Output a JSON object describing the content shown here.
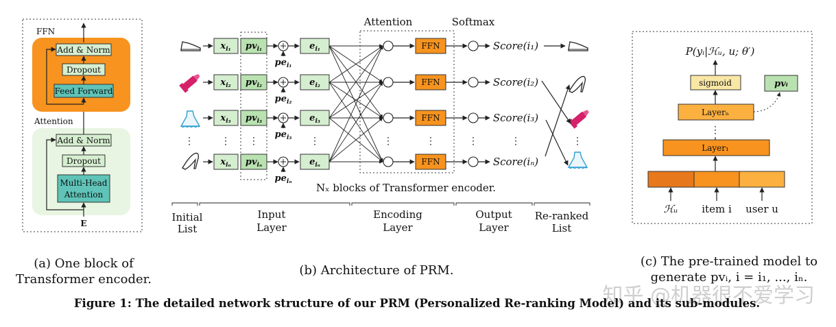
{
  "panel_a": {
    "ffn_label": "FFN",
    "attention_label": "Attention",
    "add_norm_top": "Add & Norm",
    "dropout_top": "Dropout",
    "feed_forward": "Feed Forward",
    "add_norm_bottom": "Add & Norm",
    "dropout_bottom": "Dropout",
    "mha_line1": "Multi-Head",
    "mha_line2": "Attention",
    "input_label": "E",
    "caption_line1": "(a) One block of",
    "caption_line2": "Transformer encoder."
  },
  "panel_b": {
    "attention_header": "Attention",
    "softmax_header": "Softmax",
    "x_labels": [
      "x",
      "x",
      "x",
      "x"
    ],
    "x_subs": [
      "i₁",
      "i₂",
      "i₃",
      "iₙ"
    ],
    "pv_labels": [
      "pv",
      "pv",
      "pv",
      "pv"
    ],
    "pe_labels": [
      "pe",
      "pe",
      "pe",
      "pe"
    ],
    "e_labels": [
      "e",
      "e",
      "e",
      "e"
    ],
    "ffn_label": "FFN",
    "scores": [
      "Score(i₁)",
      "Score(i₂)",
      "Score(i₃)",
      "Score(iₙ)"
    ],
    "blocks_caption": "Nₓ blocks of Transformer encoder.",
    "stages": [
      "Initial",
      "List",
      "Input",
      "Layer",
      "Encoding",
      "Layer",
      "Output",
      "Layer",
      "Re-ranked",
      "List"
    ],
    "caption": "(b) Architecture of PRM."
  },
  "panel_c": {
    "prob_label": "P(yᵢ|ℋᵤ, u; θ′)",
    "sigmoid": "sigmoid",
    "pv_label": "pvᵢ",
    "layer_n": "Layerₙ",
    "layer_1": "Layer₁",
    "inputs": [
      "ℋᵤ",
      "item i",
      "user u"
    ],
    "caption_line1": "(c) The pre-trained model to",
    "caption_line2": "generate pvᵢ, i = i₁, ..., iₙ."
  },
  "figure_caption": "Figure 1: The detailed network structure of our PRM (Personalized Re-ranking Model) and its sub-modules.",
  "watermark": "知乎 @机器很不爱学习",
  "colors": {
    "light_green": "#d6eed0",
    "teal": "#5fc3b8",
    "orange": "#f7931e",
    "panel_orange_bg": "#f7931e",
    "panel_green_bg": "#e8f5e2"
  }
}
